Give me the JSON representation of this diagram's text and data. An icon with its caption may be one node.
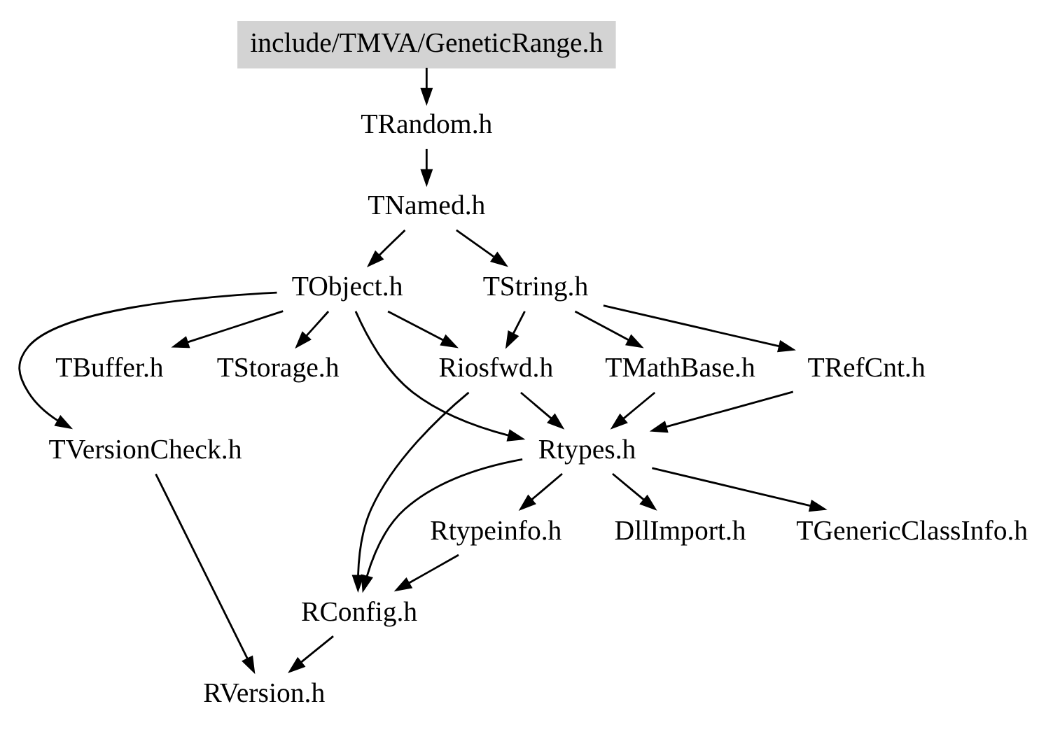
{
  "diagram": {
    "nodes": [
      {
        "text": [
          "include/TMVA/GeneticRange.h"
        ]
      },
      {
        "text": [
          "TRandom.h"
        ]
      },
      {
        "text": [
          "TNamed.h"
        ]
      },
      {
        "text": [
          "TObject.h"
        ]
      },
      {
        "text": [
          "TString.h"
        ]
      },
      {
        "text": [
          "TBuffer.h"
        ]
      },
      {
        "text": [
          "TStorage.h"
        ]
      },
      {
        "text": [
          "Riosfwd.h"
        ]
      },
      {
        "text": [
          "TRefCnt.h"
        ]
      },
      {
        "text": [
          "TMathBase.h"
        ]
      },
      {
        "text": [
          "TVersionCheck.h"
        ]
      },
      {
        "text": [
          "Rtypes.h"
        ]
      },
      {
        "text": [
          "DllImport.h"
        ]
      },
      {
        "text": [
          "TGenericClassInfo.h"
        ]
      },
      {
        "text": [
          "Rtypeinfo.h"
        ]
      },
      {
        "text": [
          "RConfig.h"
        ]
      },
      {
        "text": [
          "RVersion.h"
        ]
      }
    ],
    "edges": [
      {
        "from": 0,
        "to": 1,
        "arrow": "to"
      },
      {
        "from": 1,
        "to": 2,
        "arrow": "to"
      },
      {
        "from": 2,
        "to": 3,
        "arrow": "to"
      },
      {
        "from": 2,
        "to": 4,
        "arrow": "to"
      },
      {
        "from": 3,
        "to": 5,
        "arrow": "to"
      },
      {
        "from": 3,
        "to": 6,
        "arrow": "to"
      },
      {
        "from": 3,
        "to": 7,
        "arrow": "to"
      },
      {
        "from": 3,
        "to": 10,
        "arrow": "to"
      },
      {
        "from": 3,
        "to": 11,
        "arrow": "to"
      },
      {
        "from": 4,
        "to": 7,
        "arrow": "to"
      },
      {
        "from": 4,
        "to": 8,
        "arrow": "to"
      },
      {
        "from": 4,
        "to": 9,
        "arrow": "to"
      },
      {
        "from": 7,
        "to": 11,
        "arrow": "to"
      },
      {
        "from": 7,
        "to": 15,
        "arrow": "to"
      },
      {
        "from": 8,
        "to": 11,
        "arrow": "to"
      },
      {
        "from": 9,
        "to": 11,
        "arrow": "to"
      },
      {
        "from": 10,
        "to": 16,
        "arrow": "to"
      },
      {
        "from": 11,
        "to": 12,
        "arrow": "to"
      },
      {
        "from": 11,
        "to": 13,
        "arrow": "to"
      },
      {
        "from": 11,
        "to": 14,
        "arrow": "to"
      },
      {
        "from": 11,
        "to": 15,
        "arrow": "to"
      },
      {
        "from": 14,
        "to": 15,
        "arrow": "to"
      },
      {
        "from": 15,
        "to": 16,
        "arrow": "to"
      }
    ]
  }
}
